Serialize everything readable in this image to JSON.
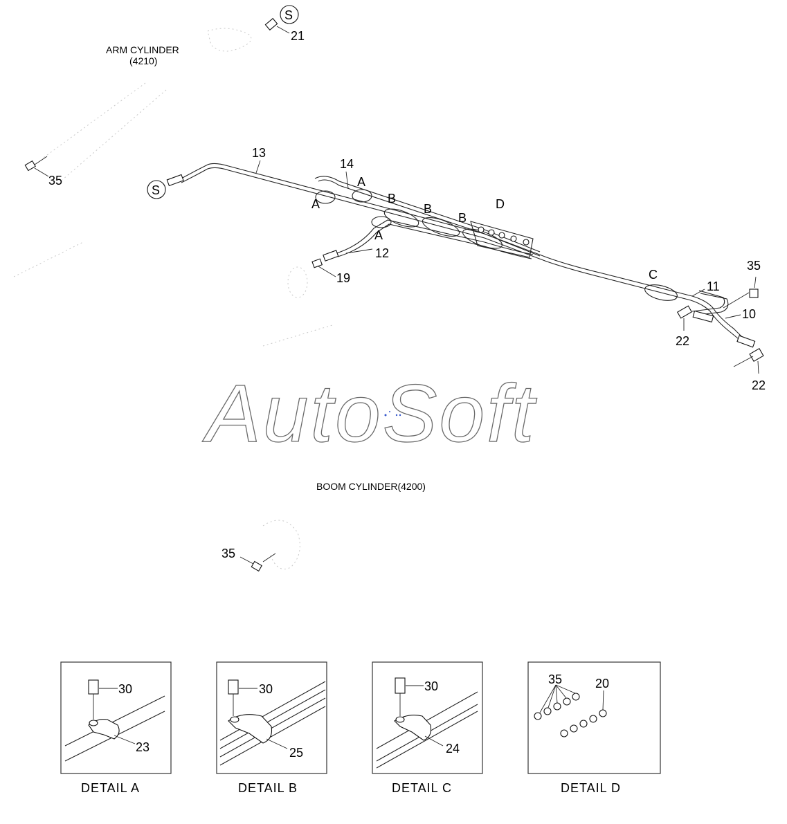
{
  "labels": {
    "arm_cylinder": "ARM CYLINDER",
    "arm_cylinder_code": "(4210)",
    "boom_cylinder": "BOOM CYLINDER(4200)",
    "watermark": "AutoSoft"
  },
  "callouts": {
    "p10": "10",
    "p11": "11",
    "p12": "12",
    "p13": "13",
    "p14": "14",
    "p19": "19",
    "p21": "21",
    "p22_a": "22",
    "p22_b": "22",
    "p35_left": "35",
    "p35_right": "35",
    "p35_bottom": "35",
    "s_top": "S",
    "s_left": "S",
    "a1": "A",
    "a2": "A",
    "a3": "A",
    "b1": "B",
    "b2": "B",
    "b3": "B",
    "c": "C",
    "d": "D"
  },
  "details": [
    {
      "title": "DETAIL  A",
      "bolt": "30",
      "clamp": "23"
    },
    {
      "title": "DETAIL  B",
      "bolt": "30",
      "clamp": "25"
    },
    {
      "title": "DETAIL  C",
      "bolt": "30",
      "clamp": "24"
    },
    {
      "title": "DETAIL  D",
      "fitting_a": "35",
      "fitting_b": "20"
    }
  ]
}
